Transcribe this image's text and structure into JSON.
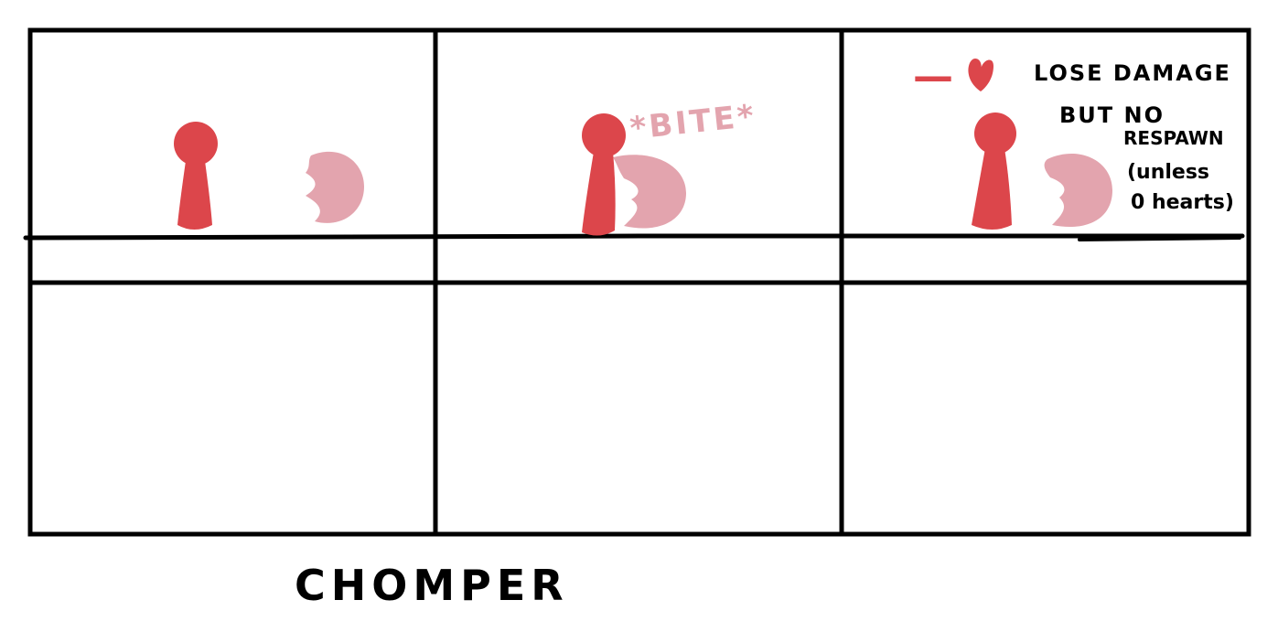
{
  "storyboard": {
    "title": "CHOMPER",
    "panels": [
      {
        "sound_effect": ""
      },
      {
        "sound_effect": "*BITE*"
      },
      {
        "hearts_lost": "—",
        "note_lines": [
          "LOSE DAMAGE",
          "BUT NO",
          "RESPAWN",
          "(unless",
          "0 hearts)"
        ]
      }
    ],
    "colors": {
      "player": "#dc464b",
      "chomper": "#e3a4ae",
      "bite_text": "#e3a4ae",
      "heart": "#dc464b",
      "ink": "#000000"
    },
    "icons": {
      "player": "player-figure-icon",
      "chomper": "chomper-icon",
      "heart": "heart-icon"
    }
  }
}
